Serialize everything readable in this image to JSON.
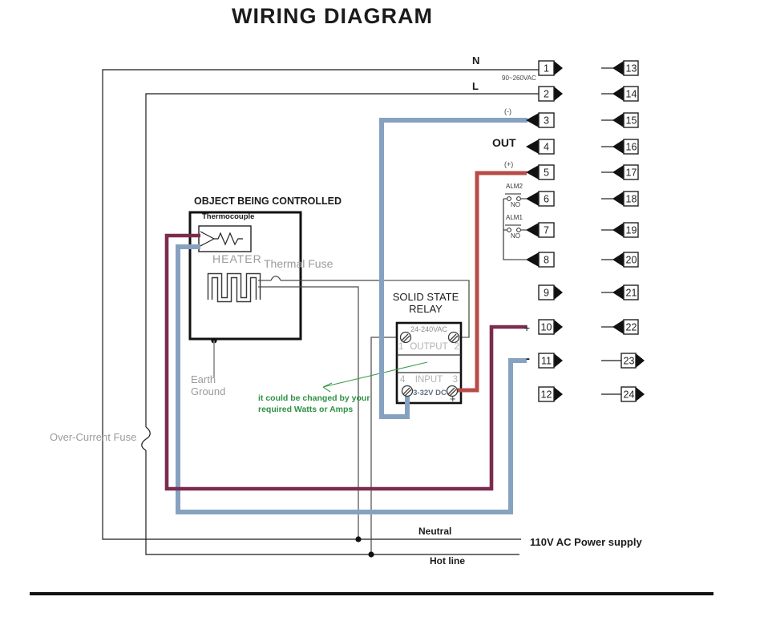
{
  "title": "WIRING DIAGRAM",
  "colors": {
    "wire_maroon": "#7b2b4e",
    "wire_red": "#b84c48",
    "wire_blue": "#87a2c0",
    "annotation_green": "#2f9144",
    "label_gray": "#9b9b9b",
    "line_black": "#1b1b1b"
  },
  "labels": {
    "n": "N",
    "vac_range": "90~260VAC",
    "l": "L",
    "minus_paren": "(-)",
    "out": "OUT",
    "plus_paren": "(+)",
    "alm2": "ALM2",
    "alm1": "ALM1",
    "no_upper": "NO",
    "no_lower": "NO",
    "plus_t10": "+",
    "minus_t11": "-",
    "object_title": "OBJECT BEING CONTROLLED",
    "thermocouple": "Thermocouple",
    "heater": "HEATER",
    "thermal_fuse": "Thermal Fuse",
    "earth_ground_line1": "Earth",
    "earth_ground_line2": "Ground",
    "over_current_fuse": "Over-Current Fuse",
    "relay_name_line1": "SOLID STATE",
    "relay_name_line2": "RELAY",
    "relay_vac": "24-240VAC",
    "relay_out_left": "1",
    "relay_out_label": "OUTPUT",
    "relay_out_right": "2",
    "relay_in_left": "4",
    "relay_in_label": "INPUT",
    "relay_in_right": "3",
    "relay_vdc": "3-32V DC",
    "relay_minus": "-",
    "relay_plus": "+",
    "green_note_line1": "it could be changed by your",
    "green_note_line2": "required Watts or Amps",
    "neutral": "Neutral",
    "hot_line": "Hot line",
    "power_supply": "110V AC Power supply"
  },
  "terminals": {
    "left": [
      {
        "num": "1",
        "arrow": "right"
      },
      {
        "num": "2",
        "arrow": "right"
      },
      {
        "num": "3",
        "arrow": "left"
      },
      {
        "num": "4",
        "arrow": "left"
      },
      {
        "num": "5",
        "arrow": "left"
      },
      {
        "num": "6",
        "arrow": "left"
      },
      {
        "num": "7",
        "arrow": "left"
      },
      {
        "num": "8",
        "arrow": "left"
      },
      {
        "num": "9",
        "arrow": "right"
      },
      {
        "num": "10",
        "arrow": "right"
      },
      {
        "num": "11",
        "arrow": "right"
      },
      {
        "num": "12",
        "arrow": "right"
      }
    ],
    "right": [
      {
        "num": "13",
        "arrow": "left"
      },
      {
        "num": "14",
        "arrow": "left"
      },
      {
        "num": "15",
        "arrow": "left"
      },
      {
        "num": "16",
        "arrow": "left"
      },
      {
        "num": "17",
        "arrow": "left"
      },
      {
        "num": "18",
        "arrow": "left"
      },
      {
        "num": "19",
        "arrow": "left"
      },
      {
        "num": "20",
        "arrow": "left"
      },
      {
        "num": "21",
        "arrow": "left"
      },
      {
        "num": "22",
        "arrow": "left"
      },
      {
        "num": "23",
        "arrow": "right"
      },
      {
        "num": "24",
        "arrow": "right"
      }
    ]
  }
}
